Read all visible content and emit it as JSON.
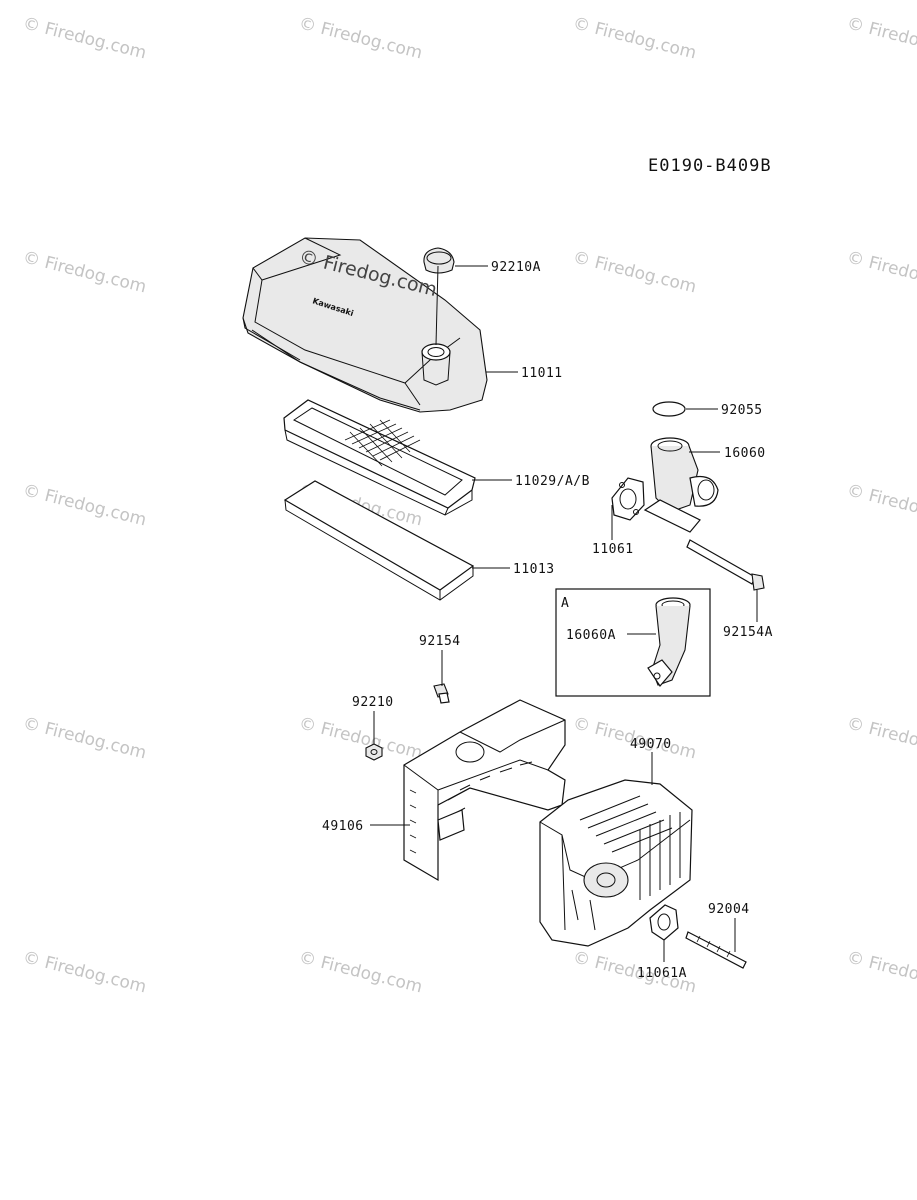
{
  "diagram_code": "E0190-B409B",
  "watermark": "© Firedog.com",
  "brand_mark": "Kawasaki",
  "inset_label": "A",
  "parts": [
    {
      "number": "92210A"
    },
    {
      "number": "11011"
    },
    {
      "number": "92055"
    },
    {
      "number": "16060"
    },
    {
      "number": "11029/A/B"
    },
    {
      "number": "11061"
    },
    {
      "number": "11013"
    },
    {
      "number": "92154A"
    },
    {
      "number": "16060A"
    },
    {
      "number": "92154"
    },
    {
      "number": "92210"
    },
    {
      "number": "49070"
    },
    {
      "number": "49106"
    },
    {
      "number": "92004"
    },
    {
      "number": "11061A"
    }
  ]
}
